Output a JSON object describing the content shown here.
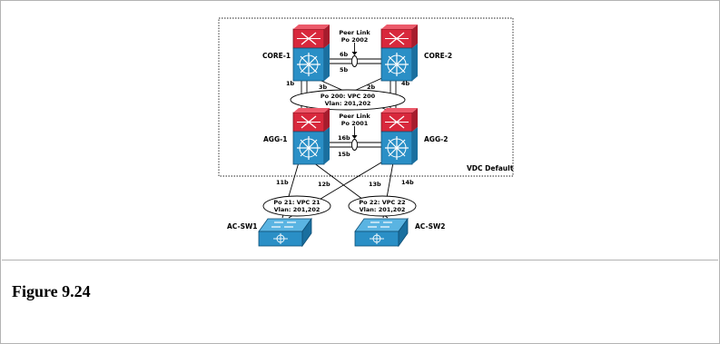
{
  "figure": {
    "caption": "Figure 9.24",
    "vdc_label": "VDC Default"
  },
  "devices": {
    "core1": "CORE-1",
    "core2": "CORE-2",
    "agg1": "AGG-1",
    "agg2": "AGG-2",
    "acsw1": "AC-SW1",
    "acsw2": "AC-SW2"
  },
  "peer_links": {
    "core": {
      "line1": "Peer Link",
      "line2": "Po 2002"
    },
    "agg": {
      "line1": "Peer Link",
      "line2": "Po 2001"
    }
  },
  "port_channels": {
    "po200": {
      "line1": "Po 200: VPC 200",
      "line2": "Vlan: 201,202"
    },
    "po21": {
      "line1": "Po 21: VPC 21",
      "line2": "Vlan: 201,202"
    },
    "po22": {
      "line1": "Po 22: VPC 22",
      "line2": "Vlan: 201,202"
    }
  },
  "ports": {
    "p6b": "6b",
    "p5b": "5b",
    "p1b": "1b",
    "p3b": "3b",
    "p2b": "2b",
    "p4b": "4b",
    "p16b": "16b",
    "p15b": "15b",
    "p11b": "11b",
    "p12b": "12b",
    "p13b": "13b",
    "p14b": "14b"
  },
  "colors": {
    "router_red": "#d8283c",
    "switch_blue": "#2a8fc6",
    "switch_dark": "#1a6f9f",
    "border": "#b3b3b3"
  },
  "icons": {
    "nexus": "nexus-switch-icon",
    "access": "access-switch-icon"
  }
}
